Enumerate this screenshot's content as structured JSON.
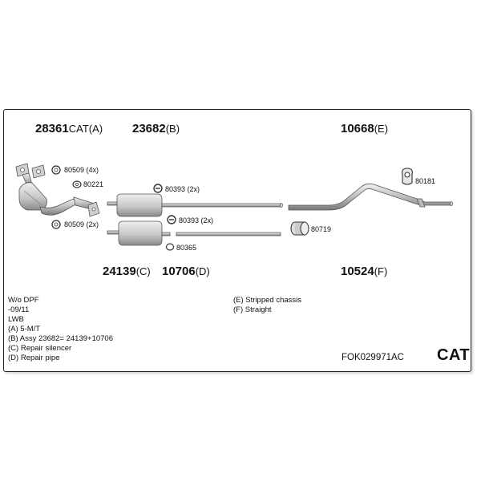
{
  "parts": {
    "p28361": {
      "number": "28361",
      "suffix": "CAT(A)"
    },
    "p23682": {
      "number": "23682",
      "suffix": "(B)"
    },
    "p10668": {
      "number": "10668",
      "suffix": "(E)"
    },
    "p24139": {
      "number": "24139",
      "suffix": "(C)"
    },
    "p10706": {
      "number": "10706",
      "suffix": "(D)"
    },
    "p10524": {
      "number": "10524",
      "suffix": "(F)"
    }
  },
  "hardware": {
    "h80509_top": "80509 (4x)",
    "h80221": "80221",
    "h80509_bottom": "80509 (2x)",
    "h80393_top": "80393 (2x)",
    "h80393_bottom": "80393 (2x)",
    "h80365": "80365",
    "h80719": "80719",
    "h80181": "80181"
  },
  "notes_left": [
    "W/o DPF",
    "-09/11",
    "LWB",
    "(A) 5-M/T",
    "(B) Assy 23682= 24139+10706",
    "(C) Repair silencer",
    "(D) Repair pipe"
  ],
  "notes_right": [
    "(E) Stripped chassis",
    "(F) Straight"
  ],
  "kit_code": "FOK029971AC",
  "kit_type": "CAT",
  "colors": {
    "part_fill": "#d8d8d8",
    "part_stroke": "#555555",
    "frame": "#222222"
  }
}
